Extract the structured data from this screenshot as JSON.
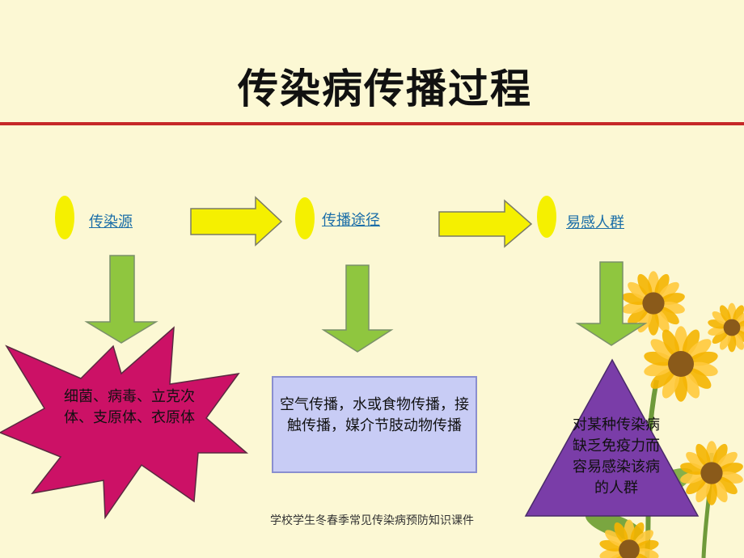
{
  "title": "传染病传播过程",
  "nodes": [
    {
      "label": "传染源",
      "detail": "细菌、病毒、立克次体、支原体、衣原体"
    },
    {
      "label": "传播途径",
      "detail": "空气传播，水或食物传播，接触传播，媒介节肢动物传播"
    },
    {
      "label": "易感人群",
      "detail": "对某种传染病缺乏免疫力而容易感染该病的人群"
    }
  ],
  "footer": "学校学生冬春季常见传染病预防知识课件",
  "colors": {
    "background": "#fcf8d4",
    "rule": "#c62828",
    "bullet": "#f5f000",
    "arrow_right_fill": "#f5f000",
    "arrow_down_fill": "#8fc63f",
    "star_fill": "#cc1166",
    "rect_fill": "#c8ccf5",
    "rect_border": "#8a8fcf",
    "triangle_fill": "#7a3da8",
    "link": "#1b6ea8"
  },
  "decoration": {
    "flowers": "sunflower-decoration"
  }
}
